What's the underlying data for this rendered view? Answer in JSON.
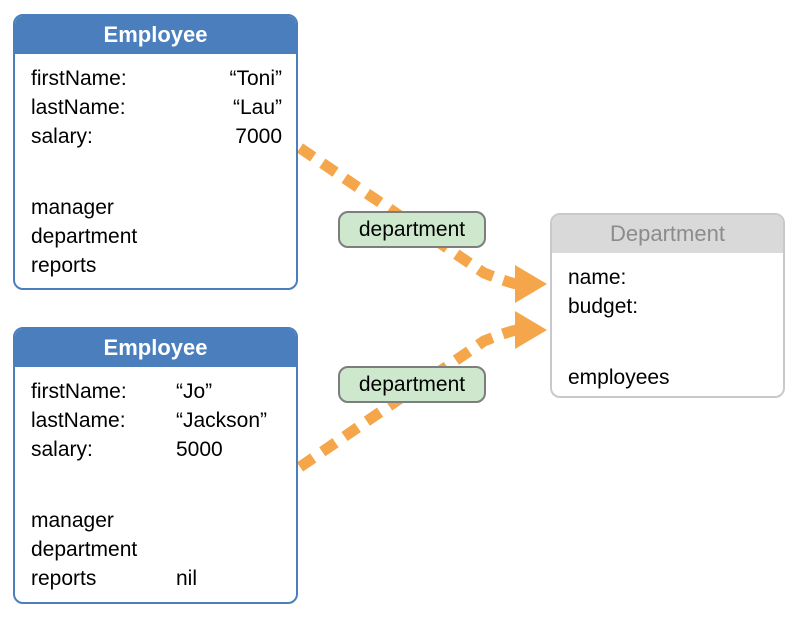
{
  "colors": {
    "employee_header_bg": "#4a7ebc",
    "employee_header_text": "#ffffff",
    "employee_border": "#4a7ebc",
    "department_header_bg": "#d9d9d9",
    "department_header_text": "#8c8c8c",
    "department_border": "#c9c9c9",
    "arrow": "#f5a64a",
    "badge_bg": "#cee8ce",
    "badge_border": "#7d7d7d",
    "body_text": "#000000"
  },
  "employee1": {
    "title": "Employee",
    "rows": [
      {
        "label": "firstName:",
        "value": "“Toni”"
      },
      {
        "label": "lastName:",
        "value": "“Lau”"
      },
      {
        "label": "salary:",
        "value": "7000"
      },
      {
        "label": "manager",
        "value": ""
      },
      {
        "label": "department",
        "value": ""
      },
      {
        "label": "reports",
        "value": ""
      }
    ]
  },
  "employee2": {
    "title": "Employee",
    "rows": [
      {
        "label": "firstName:",
        "value": "“Jo”"
      },
      {
        "label": "lastName:",
        "value": "“Jackson”"
      },
      {
        "label": "salary:",
        "value": "5000"
      },
      {
        "label": "manager",
        "value": ""
      },
      {
        "label": "department",
        "value": ""
      },
      {
        "label": "reports",
        "value": "nil"
      }
    ]
  },
  "department": {
    "title": "Department",
    "rows": [
      {
        "label": "name:"
      },
      {
        "label": "budget:"
      },
      {
        "label": "employees"
      }
    ]
  },
  "relationships": [
    {
      "label": "department"
    },
    {
      "label": "department"
    }
  ]
}
